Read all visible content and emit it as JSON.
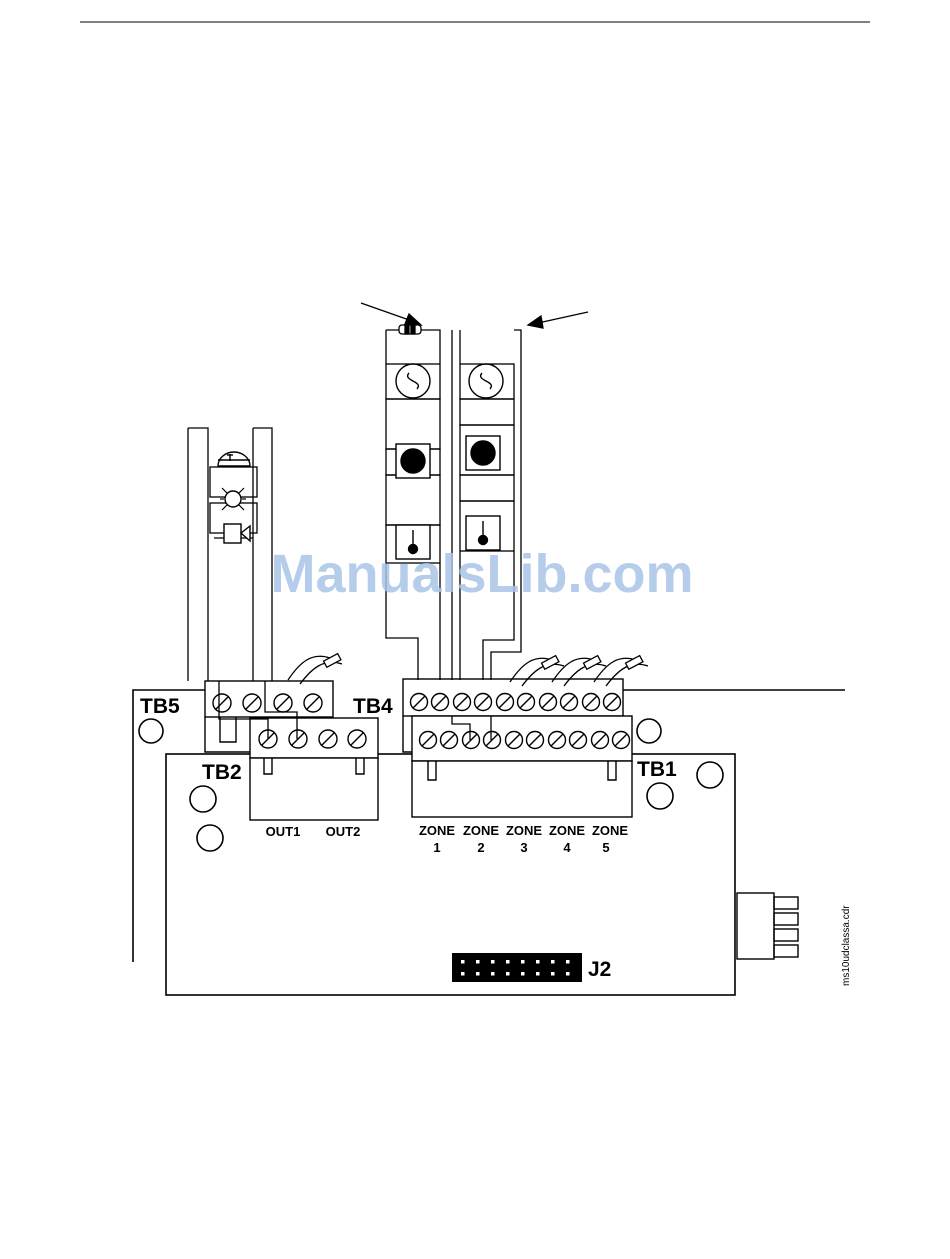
{
  "diagram": {
    "terminal_blocks": {
      "tb1": "TB1",
      "tb2": "TB2",
      "tb4": "TB4",
      "tb5": "TB5"
    },
    "connector": "J2",
    "outputs": [
      "OUT1",
      "OUT2"
    ],
    "zones": [
      {
        "word": "ZONE",
        "num": "1"
      },
      {
        "word": "ZONE",
        "num": "2"
      },
      {
        "word": "ZONE",
        "num": "3"
      },
      {
        "word": "ZONE",
        "num": "4"
      },
      {
        "word": "ZONE",
        "num": "5"
      }
    ],
    "file_ref": "ms10udclassa.cdr",
    "watermark": "ManualsLib.com"
  },
  "colors": {
    "line": "#000000",
    "background": "#ffffff",
    "watermark": "#a9c5e8"
  },
  "icons": [
    "horn-strobe-icon",
    "smoke-detector-icon",
    "pull-station-icon",
    "heat-detector-icon",
    "resistor-icon",
    "arrow-icon"
  ]
}
